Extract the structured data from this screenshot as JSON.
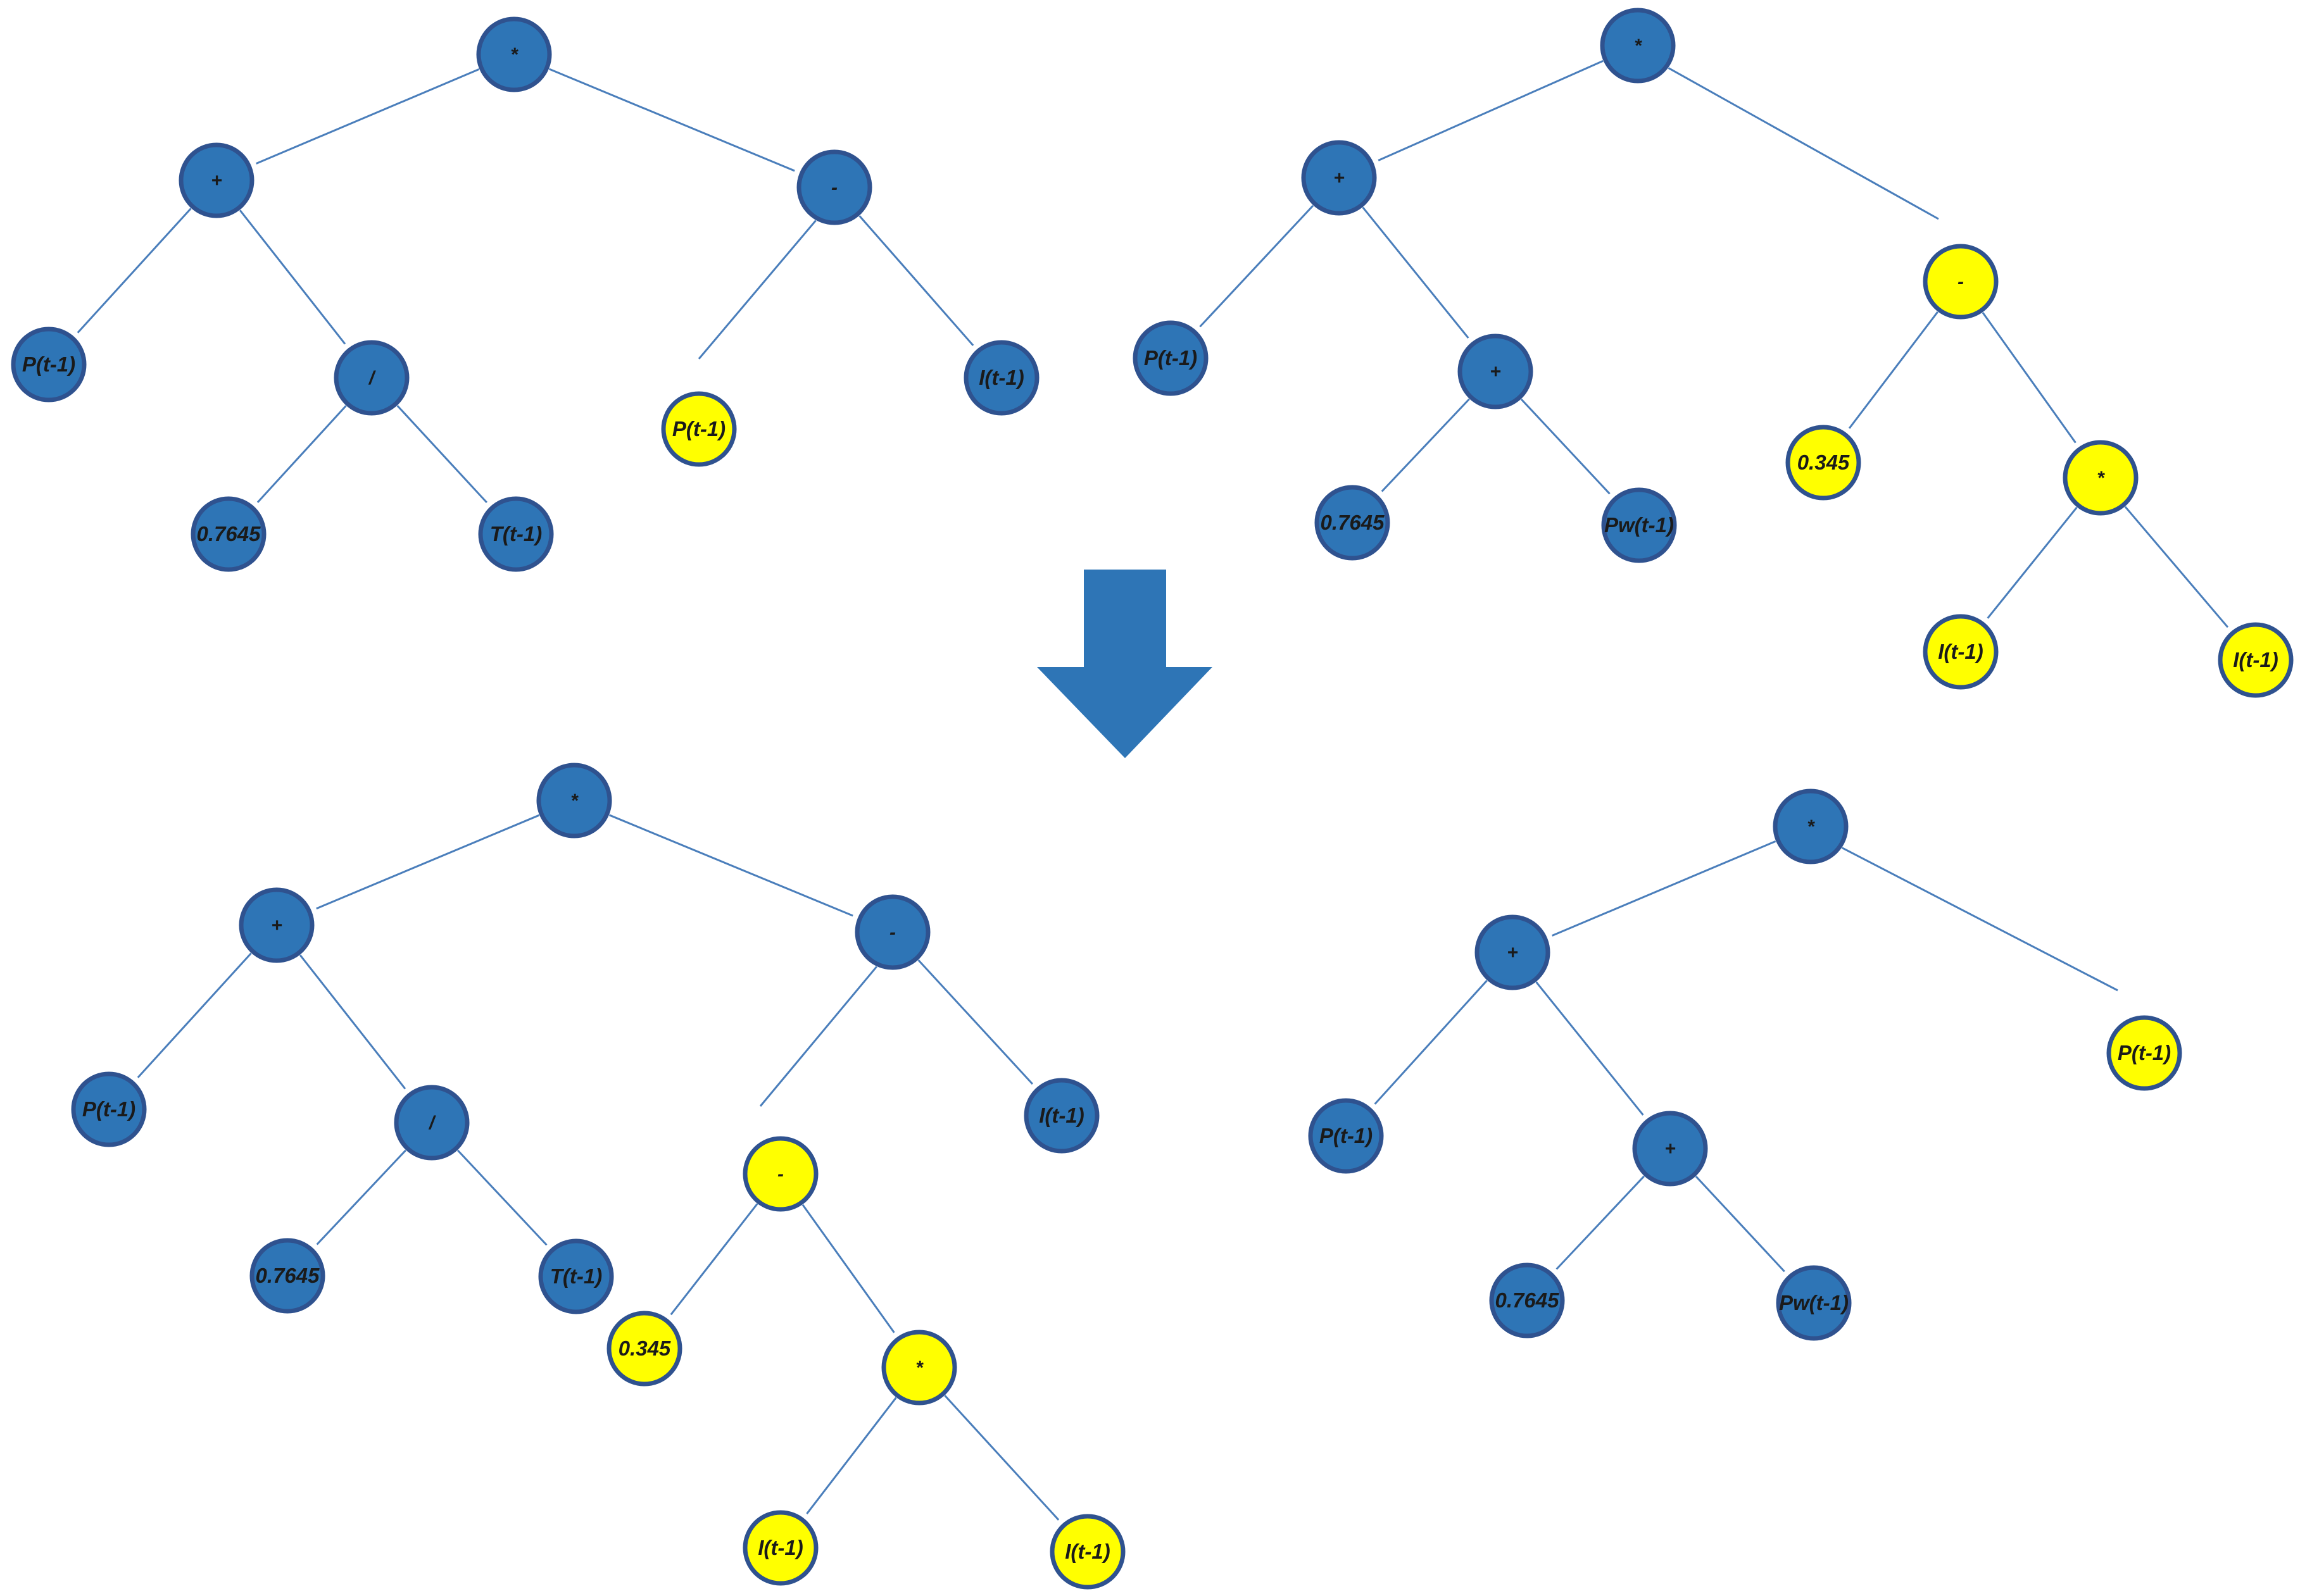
{
  "colors": {
    "node_fill": "#2e75b6",
    "node_stroke": "#2f528f",
    "highlight_fill": "#ffff00",
    "edge": "#4a7ebb",
    "arrow": "#2e75b6",
    "text": "#1a1a1a"
  },
  "trees": [
    {
      "id": "parent-1",
      "nodes": [
        {
          "id": "r",
          "label": "*"
        },
        {
          "id": "a",
          "label": "+"
        },
        {
          "id": "b",
          "label": "-"
        },
        {
          "id": "c",
          "label": "P(t-1)"
        },
        {
          "id": "d",
          "label": "/"
        },
        {
          "id": "e",
          "label": "0.7645"
        },
        {
          "id": "f",
          "label": "T(t-1)"
        },
        {
          "id": "g",
          "label": "P(t-1)",
          "highlight": true
        },
        {
          "id": "h",
          "label": "I(t-1)"
        }
      ]
    },
    {
      "id": "parent-2",
      "nodes": [
        {
          "id": "r",
          "label": "*"
        },
        {
          "id": "a",
          "label": "+"
        },
        {
          "id": "b",
          "label": "-",
          "highlight": true
        },
        {
          "id": "c",
          "label": "P(t-1)"
        },
        {
          "id": "d",
          "label": "+"
        },
        {
          "id": "e",
          "label": "0.7645"
        },
        {
          "id": "f",
          "label": "Pw(t-1)"
        },
        {
          "id": "g",
          "label": "0.345",
          "highlight": true
        },
        {
          "id": "h",
          "label": "*",
          "highlight": true
        },
        {
          "id": "i",
          "label": "I(t-1)",
          "highlight": true
        },
        {
          "id": "j",
          "label": "I(t-1)",
          "highlight": true
        }
      ]
    },
    {
      "id": "offspring-1",
      "nodes": [
        {
          "id": "r",
          "label": "*"
        },
        {
          "id": "a",
          "label": "+"
        },
        {
          "id": "b",
          "label": "-"
        },
        {
          "id": "c",
          "label": "P(t-1)"
        },
        {
          "id": "d",
          "label": "/"
        },
        {
          "id": "e",
          "label": "0.7645"
        },
        {
          "id": "f",
          "label": "T(t-1)"
        },
        {
          "id": "g",
          "label": "-",
          "highlight": true
        },
        {
          "id": "h",
          "label": "I(t-1)"
        },
        {
          "id": "i",
          "label": "0.345",
          "highlight": true
        },
        {
          "id": "j",
          "label": "*",
          "highlight": true
        },
        {
          "id": "k",
          "label": "I(t-1)",
          "highlight": true
        },
        {
          "id": "l",
          "label": "I(t-1)",
          "highlight": true
        }
      ]
    },
    {
      "id": "offspring-2",
      "nodes": [
        {
          "id": "r",
          "label": "*"
        },
        {
          "id": "a",
          "label": "+"
        },
        {
          "id": "b",
          "label": "P(t-1)",
          "highlight": true
        },
        {
          "id": "c",
          "label": "P(t-1)"
        },
        {
          "id": "d",
          "label": "+"
        },
        {
          "id": "e",
          "label": "0.7645"
        },
        {
          "id": "f",
          "label": "Pw(t-1)"
        }
      ]
    }
  ]
}
